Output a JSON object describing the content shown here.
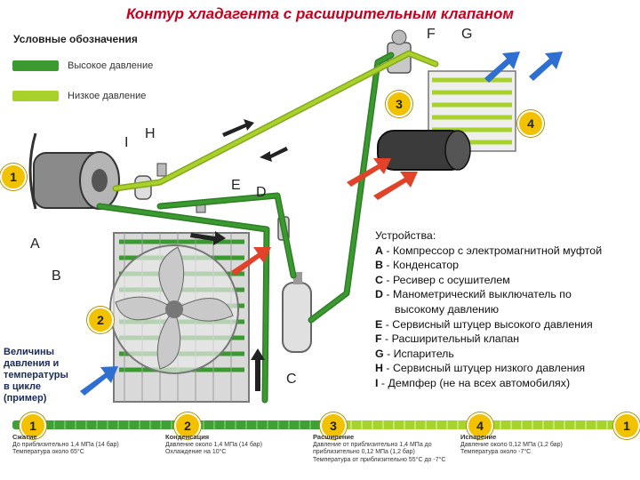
{
  "title": "Контур хладагента с расширительным клапаном",
  "legend": {
    "title": "Условные обозначения",
    "high": "Высокое давление",
    "low": "Низкое давление",
    "colors": {
      "high": "#3a9a2f",
      "low": "#a8d22b"
    }
  },
  "letters": {
    "A": "A",
    "B": "B",
    "C": "C",
    "D": "D",
    "E": "E",
    "F": "F",
    "G": "G",
    "H": "H",
    "I": "I"
  },
  "numbers": {
    "n1": "1",
    "n2": "2",
    "n3": "3",
    "n4": "4"
  },
  "devices": {
    "heading": "Устройства:",
    "items": [
      {
        "key": "A",
        "text": " - Компрессор с электромагнитной муфтой"
      },
      {
        "key": "B",
        "text": " - Конденсатор"
      },
      {
        "key": "C",
        "text": " - Ресивер с осушителем"
      },
      {
        "key": "D",
        "text": " - Манометрический выключатель по"
      },
      {
        "key": "",
        "text": "высокому давлению"
      },
      {
        "key": "E",
        "text": " - Сервисный штуцер высокого давления"
      },
      {
        "key": "F",
        "text": " - Расширительный клапан"
      },
      {
        "key": "G",
        "text": " - Испаритель"
      },
      {
        "key": "H",
        "text": " - Сервисный штуцер низкого давления"
      },
      {
        "key": "I",
        "text": " - Демпфер (не на всех автомобилях)"
      }
    ]
  },
  "side_note": {
    "l1": "Величины",
    "l2": "давления и",
    "l3": "температуры",
    "l4": "в цикле",
    "l5": "(пример)"
  },
  "stages": [
    {
      "num": "1",
      "title": "Сжатие",
      "l1": "До приблизительно 1,4 МПа (14 бар)",
      "l2": "Температура около 65°C",
      "l3": ""
    },
    {
      "num": "2",
      "title": "Конденсация",
      "l1": "Давление около 1,4 МПа (14 бар)",
      "l2": "Охлаждение на 10°C",
      "l3": ""
    },
    {
      "num": "3",
      "title": "Расширение",
      "l1": "Давление от приблизительно 1,4 МПа до",
      "l2": "приблизительно 0,12 МПа (1,2 бар)",
      "l3": "Температура от приблизительно 55°C до -7°C"
    },
    {
      "num": "4",
      "title": "Испарение",
      "l1": "Давление около 0,12 МПа (1,2 бар)",
      "l2": "Температура около -7°C",
      "l3": ""
    },
    {
      "num": "1",
      "title": "",
      "l1": "",
      "l2": "",
      "l3": ""
    }
  ]
}
